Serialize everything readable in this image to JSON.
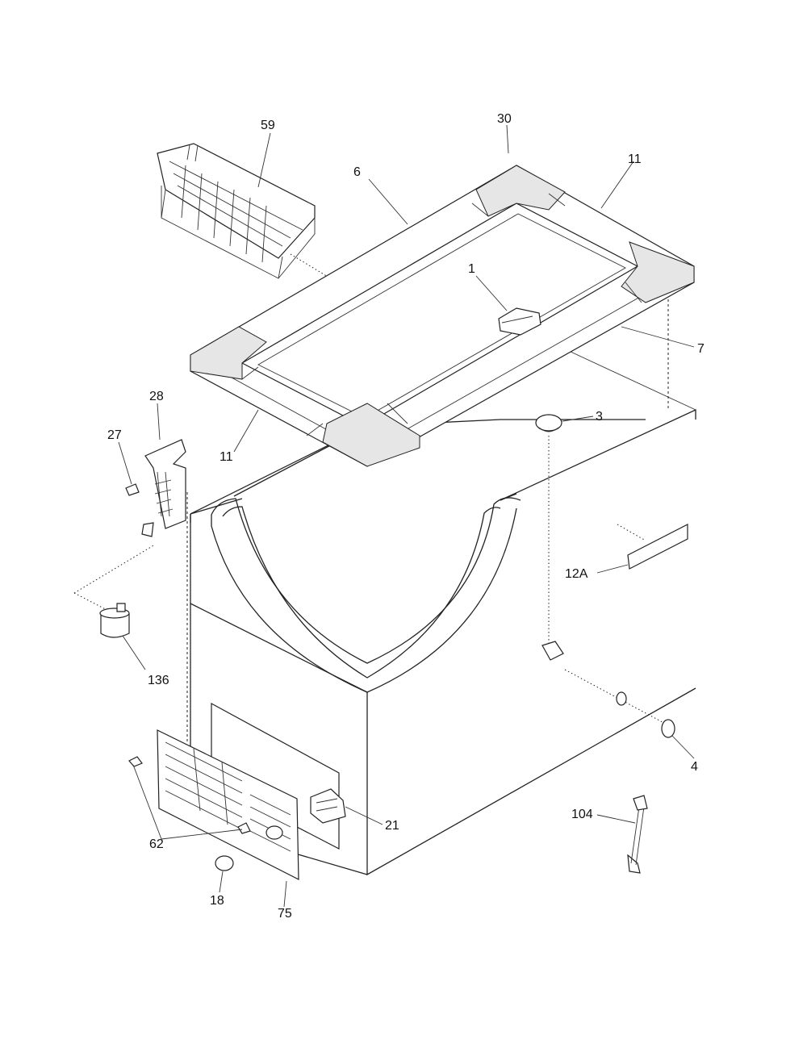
{
  "callouts": {
    "c59": "59",
    "c30": "30",
    "c6": "6",
    "c11_top": "11",
    "c1": "1",
    "c7": "7",
    "c28": "28",
    "c27": "27",
    "c3": "3",
    "c11_bottom": "11",
    "c12a": "12A",
    "c136": "136",
    "c4": "4",
    "c104": "104",
    "c21": "21",
    "c62": "62",
    "c18": "18",
    "c75": "75"
  },
  "icons": {
    "basket": "wire-basket-icon",
    "gasket": "lid-gasket-frame",
    "handle": "lid-handle-icon",
    "hinge": "hinge-icon",
    "plug": "drain-plug-icon",
    "label": "rating-label-icon",
    "foot": "leveling-foot-icon",
    "grille": "vent-grille-icon",
    "control": "temperature-control-icon",
    "knob": "control-knob-icon",
    "cord": "power-cord-icon",
    "cap": "drain-cap-icon"
  }
}
